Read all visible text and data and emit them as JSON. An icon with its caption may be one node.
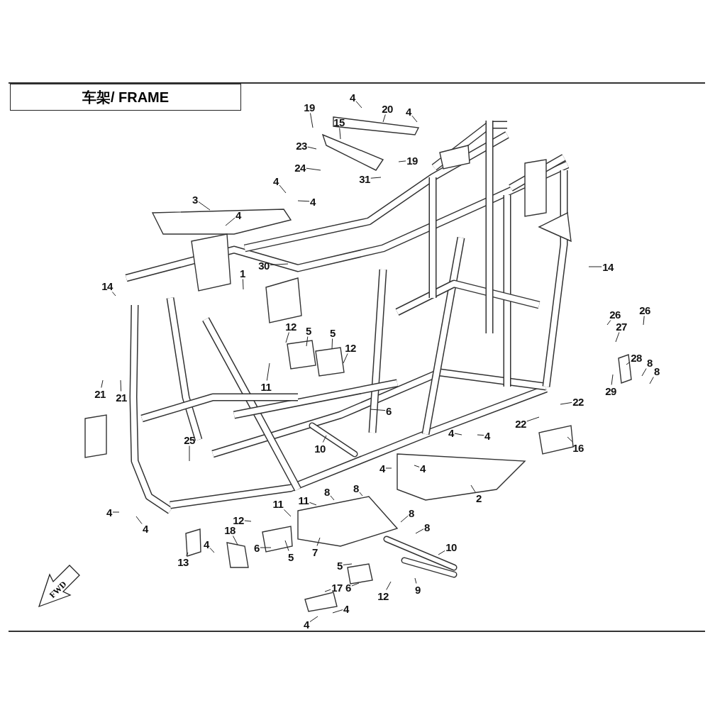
{
  "diagram": {
    "title": "车架/ FRAME",
    "nodes": [
      {
        "text": [
          "4"
        ]
      },
      {
        "text": [
          "20"
        ]
      },
      {
        "text": [
          "4"
        ]
      },
      {
        "text": [
          "19"
        ]
      },
      {
        "text": [
          "15"
        ]
      },
      {
        "text": [
          "23"
        ]
      },
      {
        "text": [
          "19"
        ]
      },
      {
        "text": [
          "24"
        ]
      },
      {
        "text": [
          "31"
        ]
      },
      {
        "text": [
          "4"
        ]
      },
      {
        "text": [
          "4"
        ]
      },
      {
        "text": [
          "3"
        ]
      },
      {
        "text": [
          "4"
        ]
      },
      {
        "text": [
          "30"
        ]
      },
      {
        "text": [
          "1"
        ]
      },
      {
        "text": [
          "14"
        ]
      },
      {
        "text": [
          "14"
        ]
      },
      {
        "text": [
          "26"
        ]
      },
      {
        "text": [
          "27"
        ]
      },
      {
        "text": [
          "26"
        ]
      },
      {
        "text": [
          "28"
        ]
      },
      {
        "text": [
          "8"
        ]
      },
      {
        "text": [
          "8"
        ]
      },
      {
        "text": [
          "29"
        ]
      },
      {
        "text": [
          "12"
        ]
      },
      {
        "text": [
          "5"
        ]
      },
      {
        "text": [
          "5"
        ]
      },
      {
        "text": [
          "12"
        ]
      },
      {
        "text": [
          "11"
        ]
      },
      {
        "text": [
          "21"
        ]
      },
      {
        "text": [
          "21"
        ]
      },
      {
        "text": [
          "6"
        ]
      },
      {
        "text": [
          "22"
        ]
      },
      {
        "text": [
          "22"
        ]
      },
      {
        "text": [
          "16"
        ]
      },
      {
        "text": [
          "4"
        ]
      },
      {
        "text": [
          "4"
        ]
      },
      {
        "text": [
          "10"
        ]
      },
      {
        "text": [
          "25"
        ]
      },
      {
        "text": [
          "4"
        ]
      },
      {
        "text": [
          "4"
        ]
      },
      {
        "text": [
          "2"
        ]
      },
      {
        "text": [
          "8"
        ]
      },
      {
        "text": [
          "8"
        ]
      },
      {
        "text": [
          "11"
        ]
      },
      {
        "text": [
          "11"
        ]
      },
      {
        "text": [
          "8"
        ]
      },
      {
        "text": [
          "8"
        ]
      },
      {
        "text": [
          "12"
        ]
      },
      {
        "text": [
          "18"
        ]
      },
      {
        "text": [
          "4"
        ]
      },
      {
        "text": [
          "4"
        ]
      },
      {
        "text": [
          "7"
        ]
      },
      {
        "text": [
          "6"
        ]
      },
      {
        "text": [
          "5"
        ]
      },
      {
        "text": [
          "13"
        ]
      },
      {
        "text": [
          "4"
        ]
      },
      {
        "text": [
          "10"
        ]
      },
      {
        "text": [
          "5"
        ]
      },
      {
        "text": [
          "9"
        ]
      },
      {
        "text": [
          "17"
        ]
      },
      {
        "text": [
          "6"
        ]
      },
      {
        "text": [
          "12"
        ]
      },
      {
        "text": [
          "4"
        ]
      },
      {
        "text": [
          "4"
        ]
      }
    ],
    "edges": [
      {
        "from": 0,
        "to": null,
        "arrow": "none"
      },
      {
        "from": 1,
        "to": null,
        "arrow": "none"
      },
      {
        "from": 2,
        "to": null,
        "arrow": "none"
      },
      {
        "from": 3,
        "to": null,
        "arrow": "none"
      },
      {
        "from": 4,
        "to": null,
        "arrow": "none"
      },
      {
        "from": 5,
        "to": null,
        "arrow": "none"
      },
      {
        "from": 6,
        "to": null,
        "arrow": "none"
      },
      {
        "from": 7,
        "to": null,
        "arrow": "none"
      },
      {
        "from": 8,
        "to": null,
        "arrow": "none"
      },
      {
        "from": 9,
        "to": null,
        "arrow": "none"
      },
      {
        "from": 10,
        "to": null,
        "arrow": "none"
      },
      {
        "from": 11,
        "to": null,
        "arrow": "none"
      },
      {
        "from": 12,
        "to": null,
        "arrow": "none"
      },
      {
        "from": 13,
        "to": null,
        "arrow": "none"
      },
      {
        "from": 14,
        "to": null,
        "arrow": "none"
      },
      {
        "from": 15,
        "to": null,
        "arrow": "none"
      },
      {
        "from": 16,
        "to": null,
        "arrow": "none"
      },
      {
        "from": 17,
        "to": null,
        "arrow": "none"
      },
      {
        "from": 18,
        "to": null,
        "arrow": "none"
      },
      {
        "from": 19,
        "to": null,
        "arrow": "none"
      },
      {
        "from": 20,
        "to": null,
        "arrow": "none"
      },
      {
        "from": 21,
        "to": null,
        "arrow": "none"
      },
      {
        "from": 22,
        "to": null,
        "arrow": "none"
      },
      {
        "from": 23,
        "to": null,
        "arrow": "none"
      },
      {
        "from": 24,
        "to": null,
        "arrow": "none"
      },
      {
        "from": 25,
        "to": null,
        "arrow": "none"
      },
      {
        "from": 26,
        "to": null,
        "arrow": "none"
      },
      {
        "from": 27,
        "to": null,
        "arrow": "none"
      },
      {
        "from": 28,
        "to": null,
        "arrow": "none"
      },
      {
        "from": 29,
        "to": null,
        "arrow": "none"
      },
      {
        "from": 30,
        "to": null,
        "arrow": "none"
      },
      {
        "from": 31,
        "to": null,
        "arrow": "none"
      },
      {
        "from": 32,
        "to": null,
        "arrow": "none"
      },
      {
        "from": 33,
        "to": null,
        "arrow": "none"
      },
      {
        "from": 34,
        "to": null,
        "arrow": "none"
      },
      {
        "from": 35,
        "to": null,
        "arrow": "none"
      },
      {
        "from": 36,
        "to": null,
        "arrow": "none"
      },
      {
        "from": 37,
        "to": null,
        "arrow": "none"
      },
      {
        "from": 38,
        "to": null,
        "arrow": "none"
      },
      {
        "from": 39,
        "to": null,
        "arrow": "none"
      },
      {
        "from": 40,
        "to": null,
        "arrow": "none"
      },
      {
        "from": 41,
        "to": null,
        "arrow": "none"
      },
      {
        "from": 42,
        "to": null,
        "arrow": "none"
      },
      {
        "from": 43,
        "to": null,
        "arrow": "none"
      },
      {
        "from": 44,
        "to": null,
        "arrow": "none"
      },
      {
        "from": 45,
        "to": null,
        "arrow": "none"
      },
      {
        "from": 46,
        "to": null,
        "arrow": "none"
      },
      {
        "from": 47,
        "to": null,
        "arrow": "none"
      },
      {
        "from": 48,
        "to": null,
        "arrow": "none"
      },
      {
        "from": 49,
        "to": null,
        "arrow": "none"
      },
      {
        "from": 50,
        "to": null,
        "arrow": "none"
      },
      {
        "from": 51,
        "to": null,
        "arrow": "none"
      },
      {
        "from": 52,
        "to": null,
        "arrow": "none"
      },
      {
        "from": 53,
        "to": null,
        "arrow": "none"
      },
      {
        "from": 54,
        "to": null,
        "arrow": "none"
      },
      {
        "from": 55,
        "to": null,
        "arrow": "none"
      },
      {
        "from": 56,
        "to": null,
        "arrow": "none"
      },
      {
        "from": 57,
        "to": null,
        "arrow": "none"
      },
      {
        "from": 58,
        "to": null,
        "arrow": "none"
      },
      {
        "from": 59,
        "to": null,
        "arrow": "none"
      },
      {
        "from": 60,
        "to": null,
        "arrow": "none"
      },
      {
        "from": 61,
        "to": null,
        "arrow": "none"
      },
      {
        "from": 62,
        "to": null,
        "arrow": "none"
      },
      {
        "from": 63,
        "to": null,
        "arrow": "none"
      },
      {
        "from": 64,
        "to": null,
        "arrow": "none"
      }
    ],
    "labels": [
      "FWD"
    ]
  }
}
